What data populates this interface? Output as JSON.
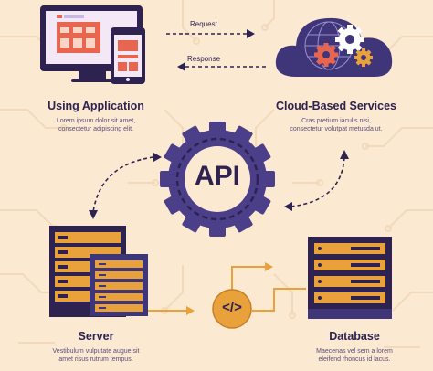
{
  "nodes": {
    "app": {
      "title": "Using Application",
      "desc1": "Lorem ipsum dolor sit amet,",
      "desc2": "consectetur adipiscing elit."
    },
    "cloud": {
      "title": "Cloud-Based Services",
      "desc1": "Cras pretium iaculis nisi,",
      "desc2": "consectetur volutpat metusda ut."
    },
    "server": {
      "title": "Server",
      "desc1": "Vestibulum vulputate augue sit",
      "desc2": "amet risus rutrum tempus."
    },
    "database": {
      "title": "Database",
      "desc1": "Maecenas vel sem a lorem",
      "desc2": "eleifend rhoncus id lacus."
    }
  },
  "arrows": {
    "request": "Request",
    "response": "Response"
  },
  "center": {
    "label": "API"
  },
  "code_symbol": "</>",
  "colors": {
    "background": "#fbe9d2",
    "circuit": "#f2d9bb",
    "navy": "#2d2250",
    "purple": "#4c3f8a",
    "orange": "#e9a23b",
    "orange_dark": "#c77f26",
    "screen_red": "#e8654f"
  }
}
